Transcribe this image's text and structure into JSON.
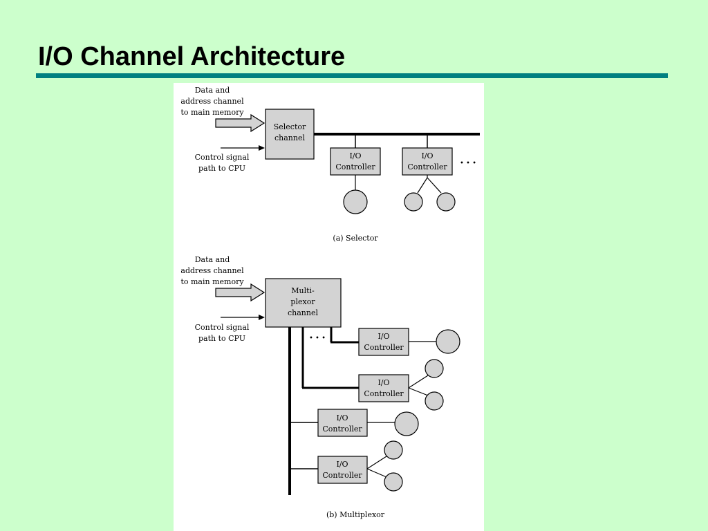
{
  "slide": {
    "title": "I/O Channel Architecture"
  },
  "figure_a": {
    "input_label_lines": [
      "Data and",
      "address channel",
      "to main memory"
    ],
    "control_label_lines": [
      "Control signal",
      "path to CPU"
    ],
    "channel_label_lines": [
      "Selector",
      "channel"
    ],
    "controllers": [
      {
        "label_lines": [
          "I/O",
          "Controller"
        ]
      },
      {
        "label_lines": [
          "I/O",
          "Controller"
        ]
      }
    ],
    "ellipsis": "• • •",
    "caption": "(a) Selector"
  },
  "figure_b": {
    "input_label_lines": [
      "Data and",
      "address channel",
      "to main memory"
    ],
    "control_label_lines": [
      "Control signal",
      "path to CPU"
    ],
    "channel_label_lines": [
      "Multi-",
      "plexor",
      "channel"
    ],
    "controllers": [
      {
        "label_lines": [
          "I/O",
          "Controller"
        ]
      },
      {
        "label_lines": [
          "I/O",
          "Controller"
        ]
      },
      {
        "label_lines": [
          "I/O",
          "Controller"
        ]
      },
      {
        "label_lines": [
          "I/O",
          "Controller"
        ]
      }
    ],
    "ellipsis": "• • •",
    "caption": "(b) Multiplexor"
  },
  "colors": {
    "background": "#ccffcc",
    "title_rule": "#008080",
    "box_fill": "#d3d3d3",
    "figure_bg": "#ffffff"
  }
}
